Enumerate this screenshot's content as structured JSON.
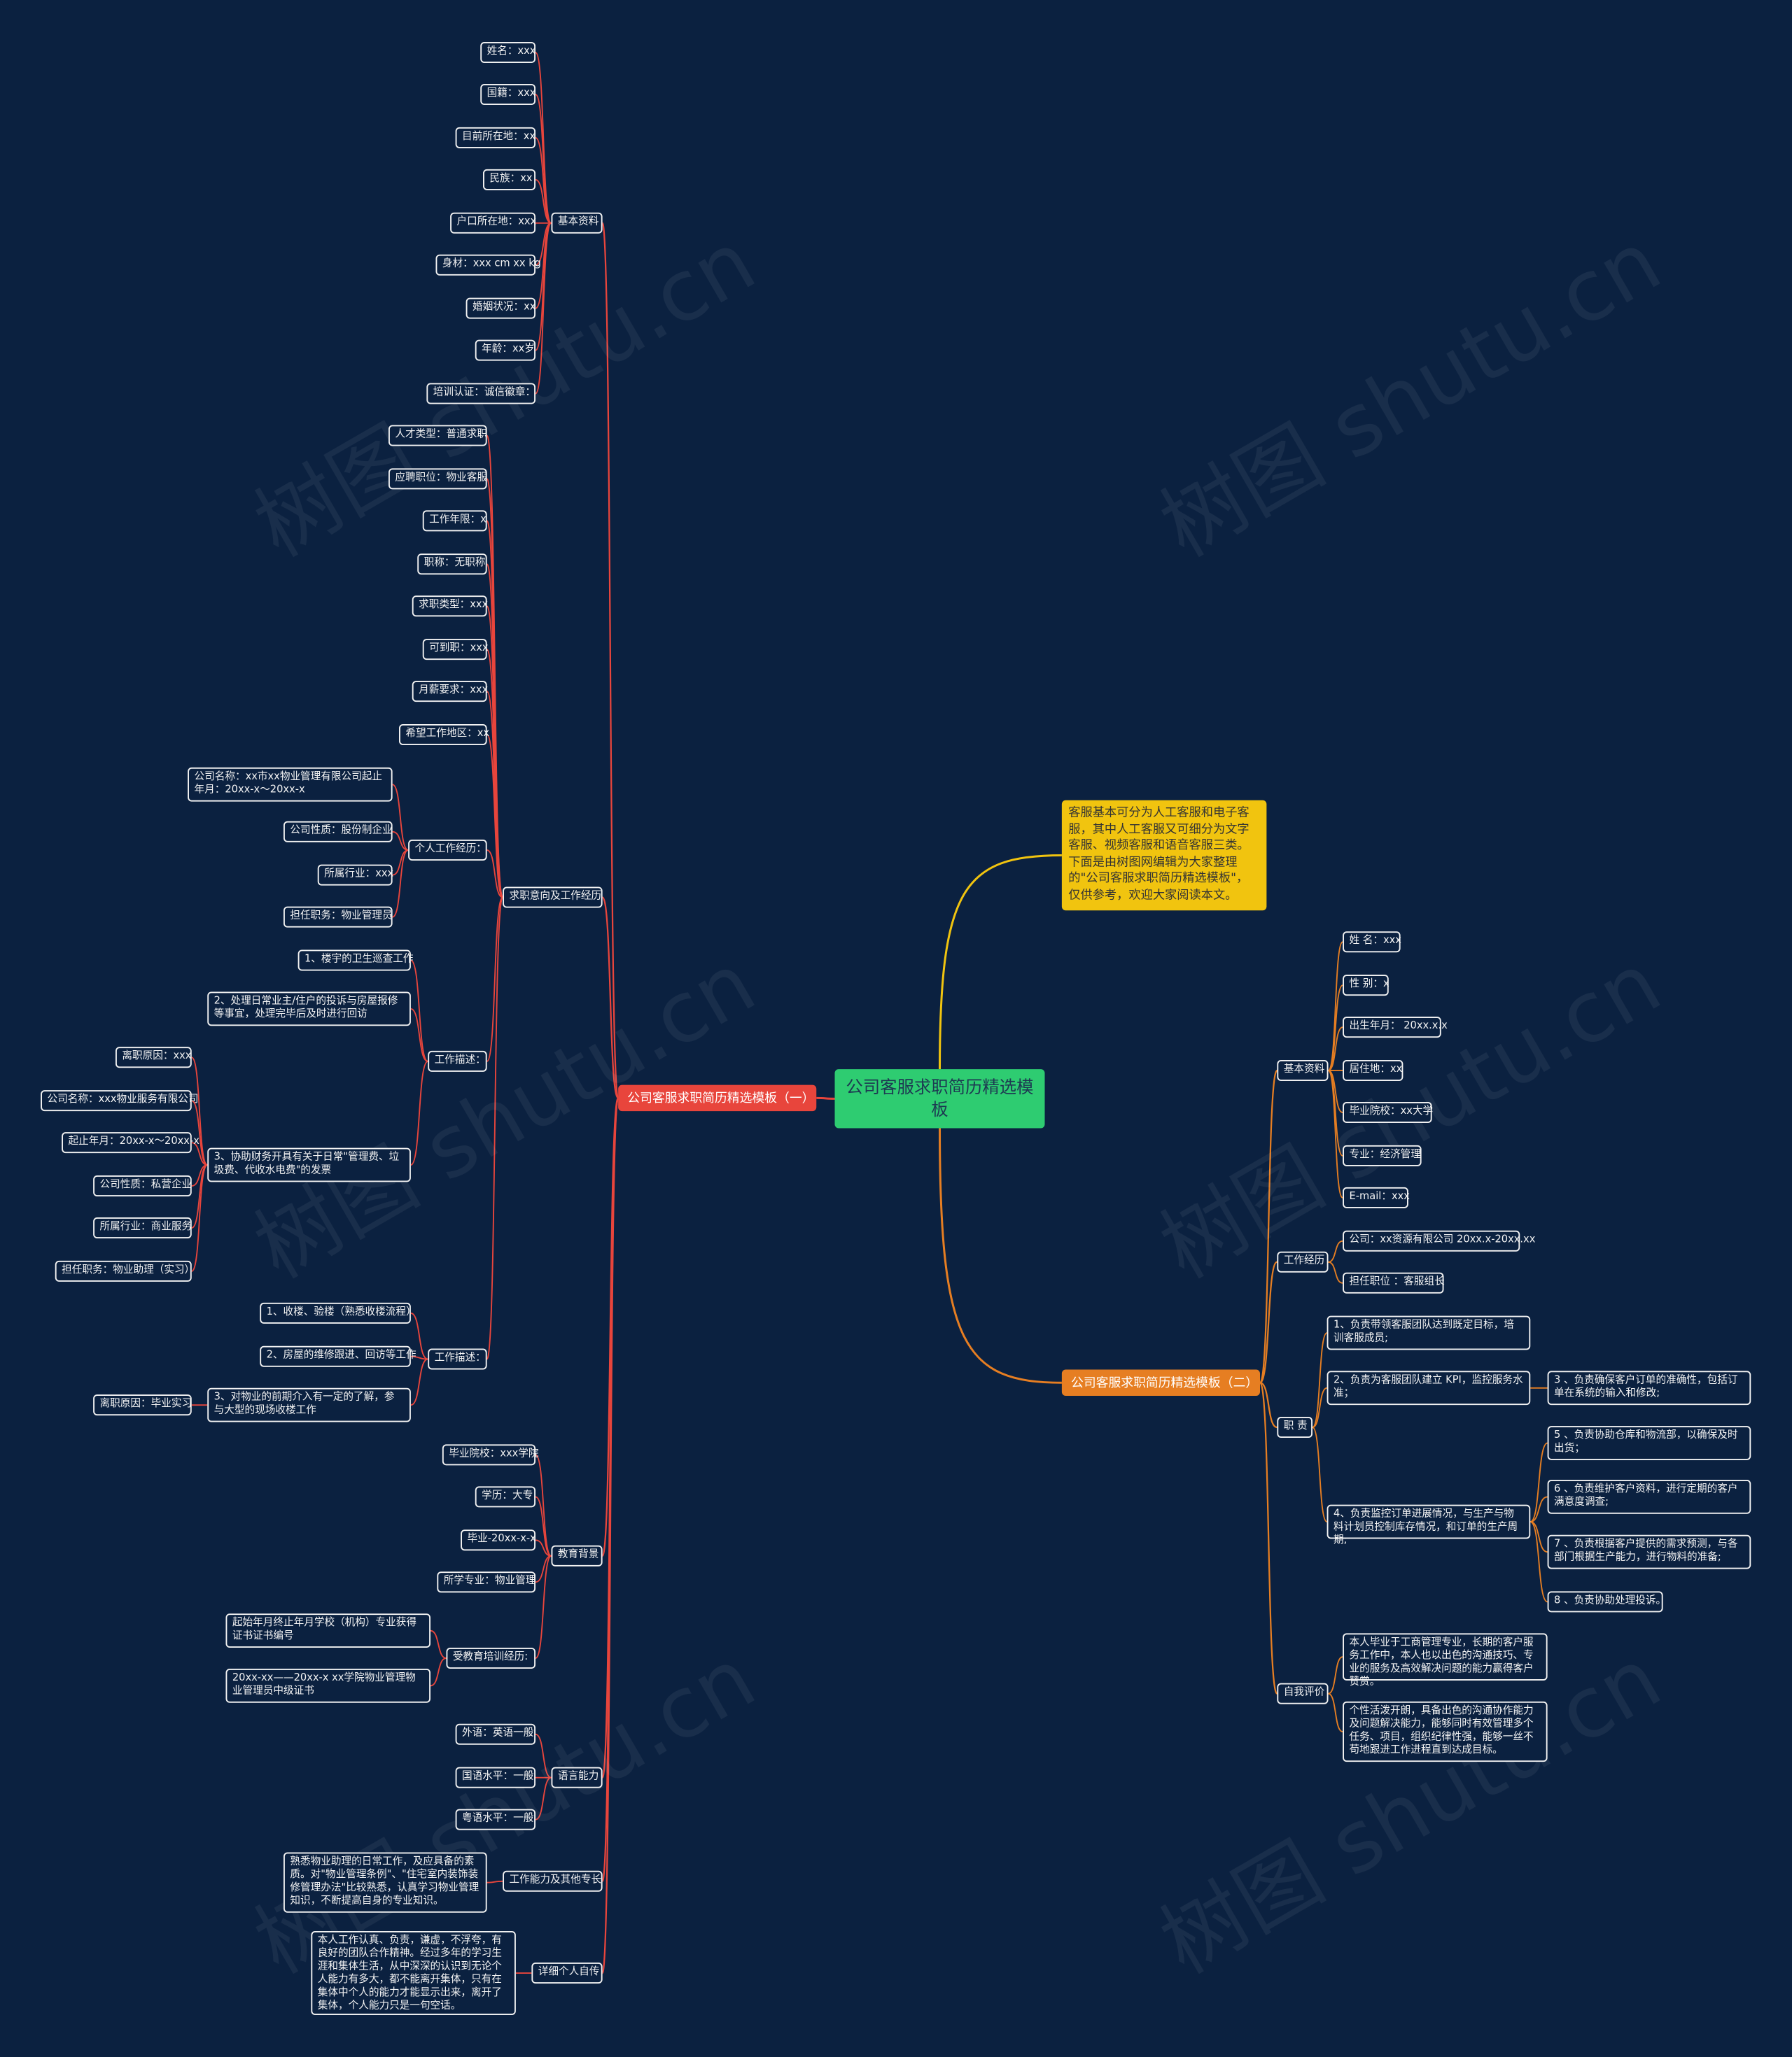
{
  "root": "公司客服求职简历精选模板",
  "intro": "客服基本可分为人工客服和电子客服，其中人工客服又可细分为文字客服、视频客服和语音客服三类。下面是由树图网编辑为大家整理的\"公司客服求职简历精选模板\"，仅供参考，欢迎大家阅读本文。",
  "branch1": {
    "label": "公司客服求职简历精选模板（一）",
    "basic": {
      "label": "基本资料",
      "items": [
        "姓名：xxx",
        "国籍：xxx",
        "目前所在地：xx",
        "民族：xx",
        "户口所在地：xxx",
        "身材：xxx cm xx kg",
        "婚姻状况：xx",
        "年龄：xx岁",
        "培训认证：诚信徽章："
      ]
    },
    "intent": {
      "label": "求职意向及工作经历",
      "items": [
        "人才类型：普通求职",
        "应聘职位：物业客服",
        "工作年限：x",
        "职称：无职称",
        "求职类型：xxx",
        "可到职：xxx",
        "月薪要求：xxx",
        "希望工作地区：xx"
      ],
      "personal": {
        "label": "个人工作经历：",
        "items": [
          "公司名称：xx市xx物业管理有限公司起止年月：20xx-x～20xx-x",
          "公司性质：股份制企业",
          "所属行业：xxx",
          "担任职务：物业管理员"
        ]
      },
      "desc1": {
        "label": "工作描述：",
        "items": [
          "1、楼宇的卫生巡查工作",
          "2、处理日常业主/住户的投诉与房屋报修等事宜，处理完毕后及时进行回访",
          "3、协助财务开具有关于日常\"管理费、垃圾费、代收水电费\"的发票"
        ],
        "sub": [
          "离职原因：xxx",
          "公司名称：xxx物业服务有限公司",
          "起止年月：20xx-x～20xx-x",
          "公司性质：私营企业",
          "所属行业：商业服务",
          "担任职务：物业助理（实习）"
        ]
      },
      "desc2": {
        "label": "工作描述：",
        "items": [
          "1、收楼、验楼（熟悉收楼流程）",
          "2、房屋的维修跟进、回访等工作",
          "3、对物业的前期介入有一定的了解，参与大型的现场收楼工作"
        ],
        "sub": [
          "离职原因：毕业实习"
        ]
      }
    },
    "edu": {
      "label": "教育背景",
      "items": [
        "毕业院校：xxx学院",
        "学历：大专",
        "毕业-20xx-x-x",
        "所学专业：物业管理"
      ],
      "train": {
        "label": "受教育培训经历:",
        "items": [
          "起始年月终止年月学校（机构）专业获得证书证书编号",
          "20xx-xx——20xx-x xx学院物业管理物业管理员中级证书"
        ]
      }
    },
    "lang": {
      "label": "语言能力",
      "items": [
        "外语：英语一般",
        "国语水平：一般",
        "粤语水平：一般"
      ]
    },
    "ability": {
      "label": "工作能力及其他专长",
      "items": [
        "熟悉物业助理的日常工作，及应具备的素质。对\"物业管理条例\"、\"住宅室内装饰装修管理办法\"比较熟悉，认真学习物业管理知识，不断提高自身的专业知识。"
      ]
    },
    "self": {
      "label": "详细个人自传",
      "items": [
        "本人工作认真、负责，谦虚，不浮夸，有良好的团队合作精神。经过多年的学习生涯和集体生活，从中深深的认识到无论个人能力有多大，都不能离开集体，只有在集体中个人的能力才能显示出来，离开了集体，个人能力只是一句空话。"
      ]
    }
  },
  "branch2": {
    "label": "公司客服求职简历精选模板（二）",
    "basic": {
      "label": "基本资料",
      "items": [
        "姓 名：xxx",
        "性 别：x",
        "出生年月： 20xx.x.x",
        "居住地：xx",
        "毕业院校：xx大学",
        "专业：经济管理",
        "E-mail：xxx"
      ]
    },
    "work": {
      "label": "工作经历",
      "items": [
        "公司：xx资源有限公司 20xx.x-20xx.xx",
        "担任职位 ：客服组长"
      ]
    },
    "duty": {
      "label": "职 责",
      "items": [
        "1、负责带领客服团队达到既定目标，培训客服成员;",
        "2、负责为客服团队建立 KPI，监控服务水准；",
        "4、负责监控订单进展情况，与生产与物料计划员控制库存情况，和订单的生产周期;"
      ],
      "sub2": [
        "3 、负责确保客户订单的准确性，包括订单在系统的输入和修改;"
      ],
      "sub4": [
        "5 、负责协助仓库和物流部，以确保及时出货；",
        "6 、负责维护客户资料，进行定期的客户满意度调查;",
        "7 、负责根据客户提供的需求预测，与各部门根据生产能力，进行物料的准备;",
        "8 、负责协助处理投诉。"
      ]
    },
    "eval": {
      "label": "自我评价",
      "items": [
        "本人毕业于工商管理专业，长期的客户服务工作中，本人也以出色的沟通技巧、专业的服务及高效解决问题的能力赢得客户赞赏。",
        "个性活泼开朗，具备出色的沟通协作能力及问题解决能力，能够同时有效管理多个任务、项目，组织纪律性强，能够一丝不苟地跟进工作进程直到达成目标。"
      ]
    }
  },
  "watermark": "树图 shutu.cn",
  "colors": {
    "background": "#0b2140",
    "root": "#2ecc71",
    "branch1": "#e8453c",
    "branch2": "#e67e22",
    "intro": "#f1c40f",
    "line1": "#e8453c",
    "line2": "#e67e22",
    "line_intro": "#f1c40f"
  }
}
